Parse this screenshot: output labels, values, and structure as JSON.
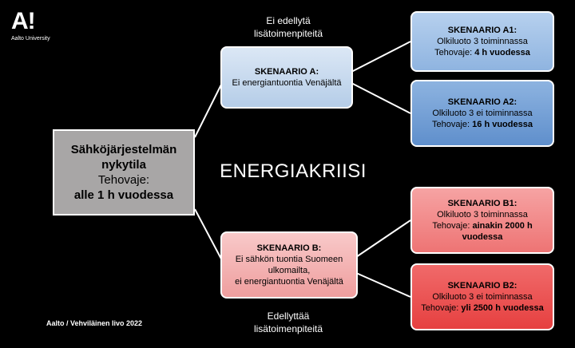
{
  "logo": {
    "mark": "A!",
    "sub": "Aalto University"
  },
  "notes": {
    "top": [
      "Ei edellytä",
      "lisätoimenpiteitä"
    ],
    "bottom": [
      "Edellyttää",
      "lisätoimenpiteitä"
    ]
  },
  "current_state": {
    "line1": "Sähköjärjestelmän",
    "line2": "nykytila",
    "line3": "Tehovaje:",
    "line4": "alle 1 h vuodessa"
  },
  "center_label": "ENERGIAKRIISI",
  "scenario_a": {
    "title": "SKENAARIO A:",
    "desc": "Ei energiantuontia Venäjältä"
  },
  "scenario_b": {
    "title": "SKENAARIO B:",
    "line1": "Ei sähkön tuontia Suomeen",
    "line2": "ulkomailta,",
    "line3": "ei energiantuontia Venäjältä"
  },
  "scenario_a1": {
    "title": "SKENAARIO A1:",
    "line1": "Olkiluoto 3 toiminnassa",
    "prefix": "Tehovaje: ",
    "value": "4 h vuodessa"
  },
  "scenario_a2": {
    "title": "SKENAARIO A2:",
    "line1": "Olkiluoto 3 ei toiminnassa",
    "prefix": "Tehovaje: ",
    "value": "16 h vuodessa"
  },
  "scenario_b1": {
    "title": "SKENAARIO B1:",
    "line1": "Olkiluoto 3 toiminnassa",
    "prefix": "Tehovaje: ",
    "value": "ainakin 2000 h",
    "value2": "vuodessa"
  },
  "scenario_b2": {
    "title": "SKENAARIO B2:",
    "line1": "Olkiluoto 3 ei toiminnassa",
    "prefix": "Tehovaje: ",
    "value": "yli 2500 h vuodessa"
  },
  "footer": "Aalto / Vehviläinen Iivo 2022",
  "colors": {
    "background": "#000000",
    "current_state": "#a8a6a6",
    "scenario_a": "#c6d9ef",
    "scenario_a1": "#a3c2e7",
    "scenario_a2": "#76a1d6",
    "scenario_b": "#f3b4b4",
    "scenario_b1": "#f28c8c",
    "scenario_b2": "#ea5555"
  }
}
